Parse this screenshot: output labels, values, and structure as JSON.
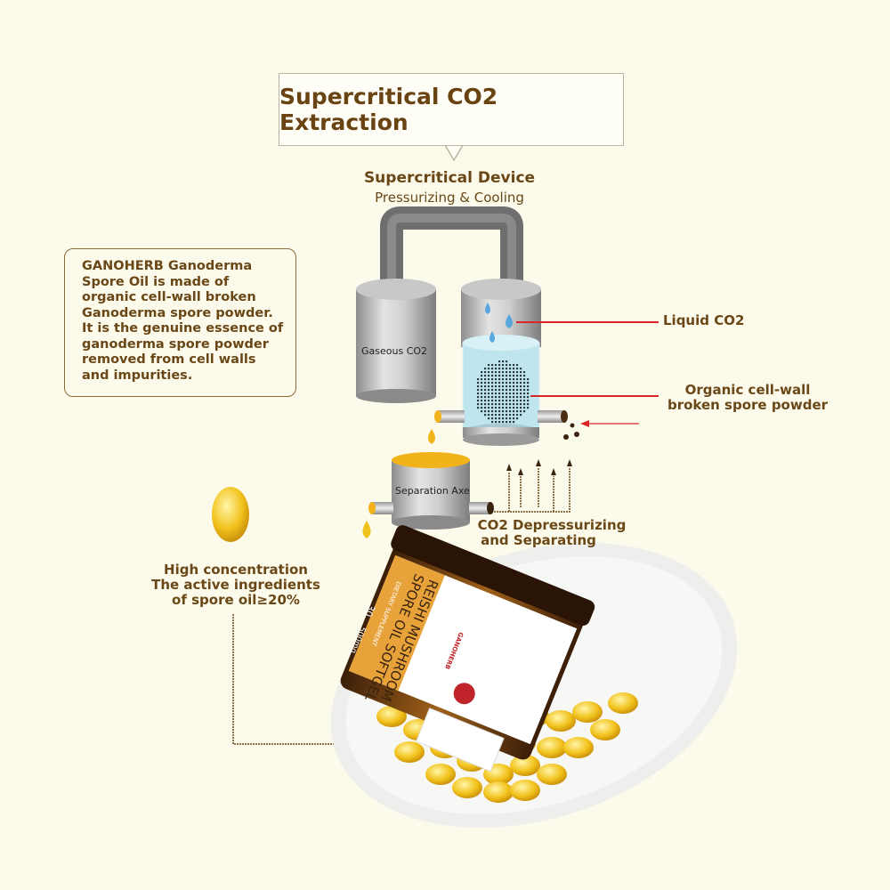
{
  "title": "Supercritical CO2 Extraction",
  "device": {
    "title": "Supercritical Device",
    "subtitle": "Pressurizing & Cooling"
  },
  "description": "GANOHERB Ganoderma Spore Oil is made of organic cell-wall broken Ganoderma spore powder. It is the genuine essence of ganoderma spore powder removed from cell walls and impurities.",
  "labels": {
    "gaseous": "Gaseous CO2",
    "liquid": "Liquid CO2",
    "powder_1": "Organic cell-wall",
    "powder_2": "broken spore powder",
    "separation": "Separation Axe",
    "depress_1": "CO2 Depressurizing",
    "depress_2": "and Separating",
    "conc_1": "High concentration",
    "conc_2": "The active ingredients",
    "conc_3": "of spore oil≥20%"
  },
  "product": {
    "brand": "GANOHERB",
    "name_1": "REISHI MUSHROOM",
    "name_2": "SPORE OIL SOFTGEL",
    "tag": "DIETARY SUPPLEMENT",
    "count": "30",
    "dose": "500mg"
  },
  "colors": {
    "text": "#6a4717",
    "arrow": "#d9262b",
    "oil": "#f2b21c",
    "liquid": "#bfe6ef"
  }
}
